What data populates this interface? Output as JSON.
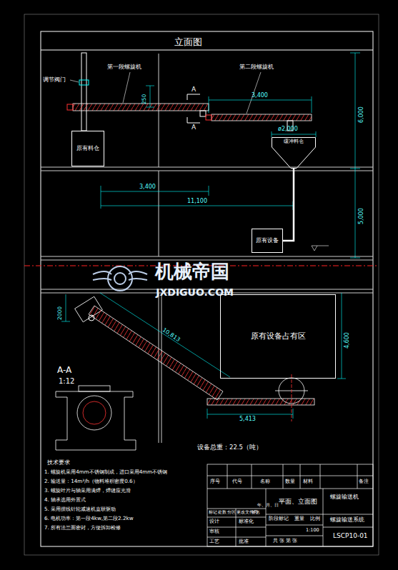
{
  "diagram": {
    "title": "立面图",
    "nodes": [
      {
        "text": [
          "原有料仓"
        ]
      },
      {
        "text": [
          "缓冲料仓"
        ]
      },
      {
        "text": [
          "原有设备"
        ]
      },
      {
        "text": [
          "原有设备占有区"
        ]
      }
    ],
    "edges": [
      {
        "from": 1,
        "to": 2,
        "arrow": "none"
      }
    ],
    "labels": [
      "调节阀门",
      "第一段螺旋机",
      "第二段螺旋机",
      "250",
      "A",
      "A",
      "3,400",
      "ø2,000",
      "6,000",
      "5,000",
      "3,400",
      "11,100",
      "机械帝国",
      "JXDIGUO.COM",
      "2000",
      "10,813",
      "4,600",
      "5,413",
      "A-A",
      "1:12",
      "设备总重：22.5（吨）",
      "技术要求",
      "1. 螺旋机采用4mm不锈钢制成，进口采用4mm不锈钢",
      "2. 输送量：14m³/h（物料堆积密度0.6）",
      "3. 螺旋叶片与轴采用满焊，焊缝应光滑",
      "4. 轴承选用外置式",
      "5. 采用摆线针轮减速机直联驱动",
      "6. 电机功率：第一段4kw,第二段2.2kw",
      "7. 所有法兰面密封，方便拆卸检修",
      "序号",
      "代号",
      "名称",
      "数量",
      "材料",
      "备注",
      "标记",
      "处数",
      "分区",
      "更改文件号",
      "签名",
      "年、月、日",
      "设计",
      "标准化",
      "审核",
      "工艺",
      "批准",
      "平面、立面图",
      "阶段标记",
      "重量",
      "比例",
      "1:100",
      "共 张 第 张",
      "螺旋输送机",
      "螺旋输送系统",
      "LSCP10-01"
    ]
  }
}
